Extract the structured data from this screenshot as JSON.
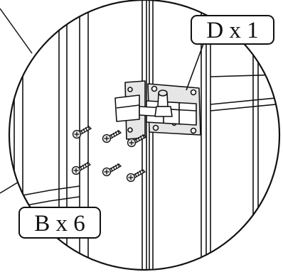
{
  "callouts": {
    "latch": {
      "label": "D x 1",
      "part": "D",
      "quantity": 1
    },
    "screws": {
      "label": "B x 6",
      "part": "B",
      "quantity": 6
    }
  },
  "parts": {
    "screw_count": 6,
    "latch_count": 1
  },
  "colors": {
    "line": "#111111",
    "background": "#ffffff",
    "metal": "#e6e6e6"
  }
}
